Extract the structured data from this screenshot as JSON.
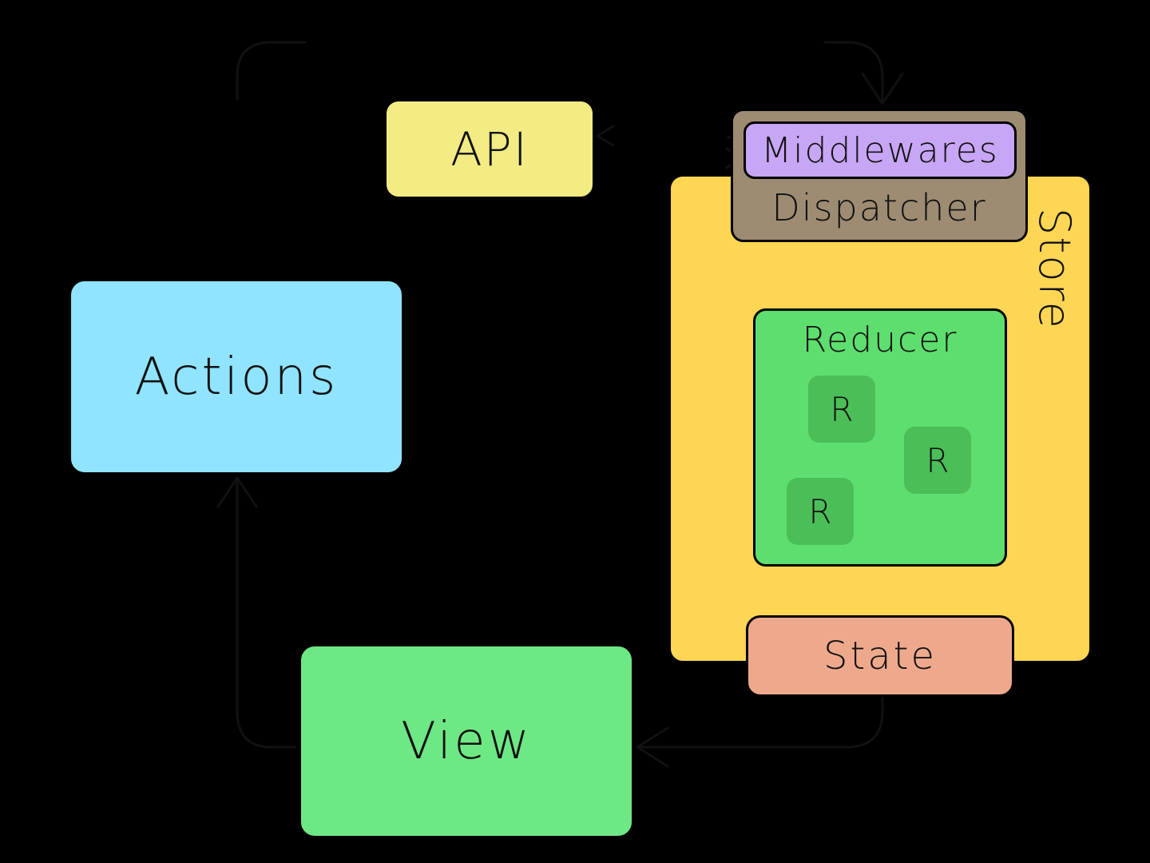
{
  "colors": {
    "background": "#000000",
    "api": "#F3EB84",
    "actions": "#90E4FF",
    "view": "#6EE884",
    "store": "#FFD654",
    "dispatcher": "#9E8C72",
    "middlewares": "#C8A6F6",
    "reducer": "#5EDE6E",
    "reducer_item": "#4BBE58",
    "state": "#EEA98C",
    "line": "#111111"
  },
  "nodes": {
    "api": {
      "label": "API"
    },
    "actions": {
      "label": "Actions"
    },
    "view": {
      "label": "View"
    },
    "store": {
      "label": "Store"
    },
    "dispatcher": {
      "label": "Dispatcher"
    },
    "middlewares": {
      "label": "Middlewares"
    },
    "reducer": {
      "label": "Reducer",
      "items": [
        "R",
        "R",
        "R"
      ]
    },
    "state": {
      "label": "State"
    }
  },
  "icons": {
    "arrowheads": "chevron-arrow-icon"
  }
}
